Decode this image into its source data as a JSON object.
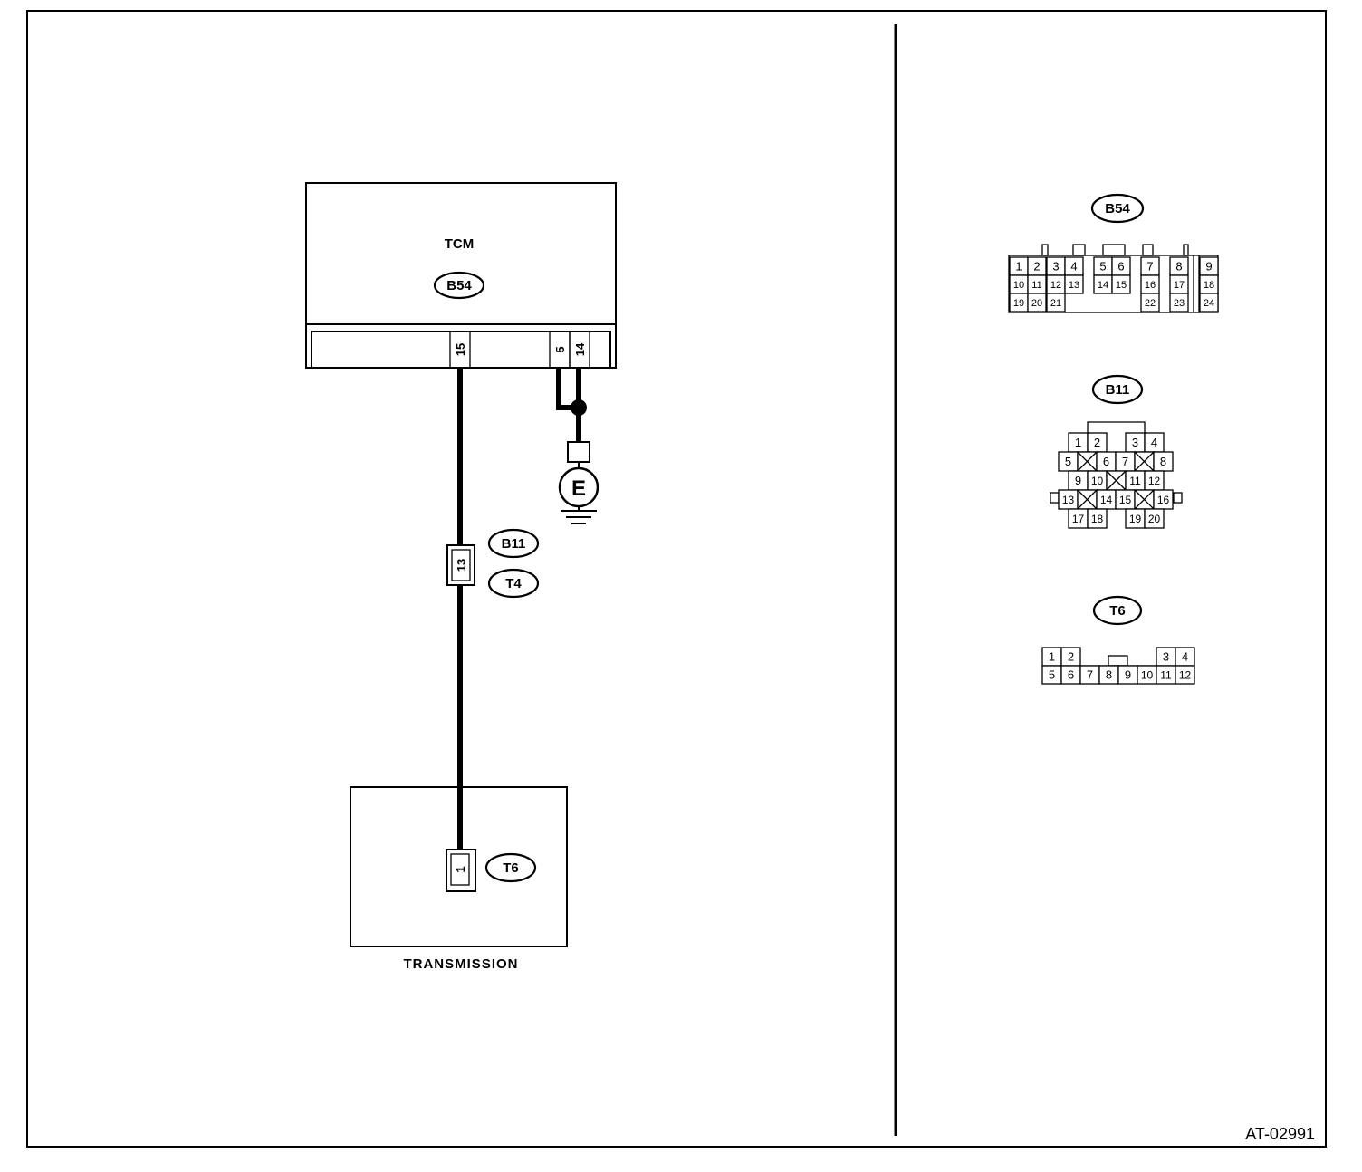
{
  "figure_id": "AT-02991",
  "tcm": {
    "label": "TCM",
    "connector": "B54",
    "pins": [
      "15",
      "5",
      "14"
    ]
  },
  "ground": {
    "symbol": "E"
  },
  "inline_connector": {
    "pin": "13",
    "connectors": [
      "B11",
      "T4"
    ]
  },
  "transmission": {
    "label": "TRANSMISSION",
    "connector": "T6",
    "pin": "1"
  },
  "connector_views": [
    {
      "id": "B54",
      "rows": [
        [
          "1",
          "2",
          "3",
          "4",
          "5",
          "6",
          "7",
          "8",
          "9"
        ],
        [
          "10",
          "11",
          "12",
          "13",
          "14",
          "15",
          "16",
          "17",
          "18"
        ],
        [
          "19",
          "20",
          "21",
          "22",
          "23",
          "24"
        ]
      ]
    },
    {
      "id": "B11",
      "rows": [
        [
          "1",
          "2",
          "3",
          "4"
        ],
        [
          "5",
          "6",
          "7",
          "8"
        ],
        [
          "9",
          "10",
          "11",
          "12"
        ],
        [
          "13",
          "14",
          "15",
          "16"
        ],
        [
          "17",
          "18",
          "19",
          "20"
        ]
      ]
    },
    {
      "id": "T6",
      "rows": [
        [
          "1",
          "2",
          "3",
          "4"
        ],
        [
          "5",
          "6",
          "7",
          "8",
          "9",
          "10",
          "11",
          "12"
        ]
      ]
    }
  ]
}
